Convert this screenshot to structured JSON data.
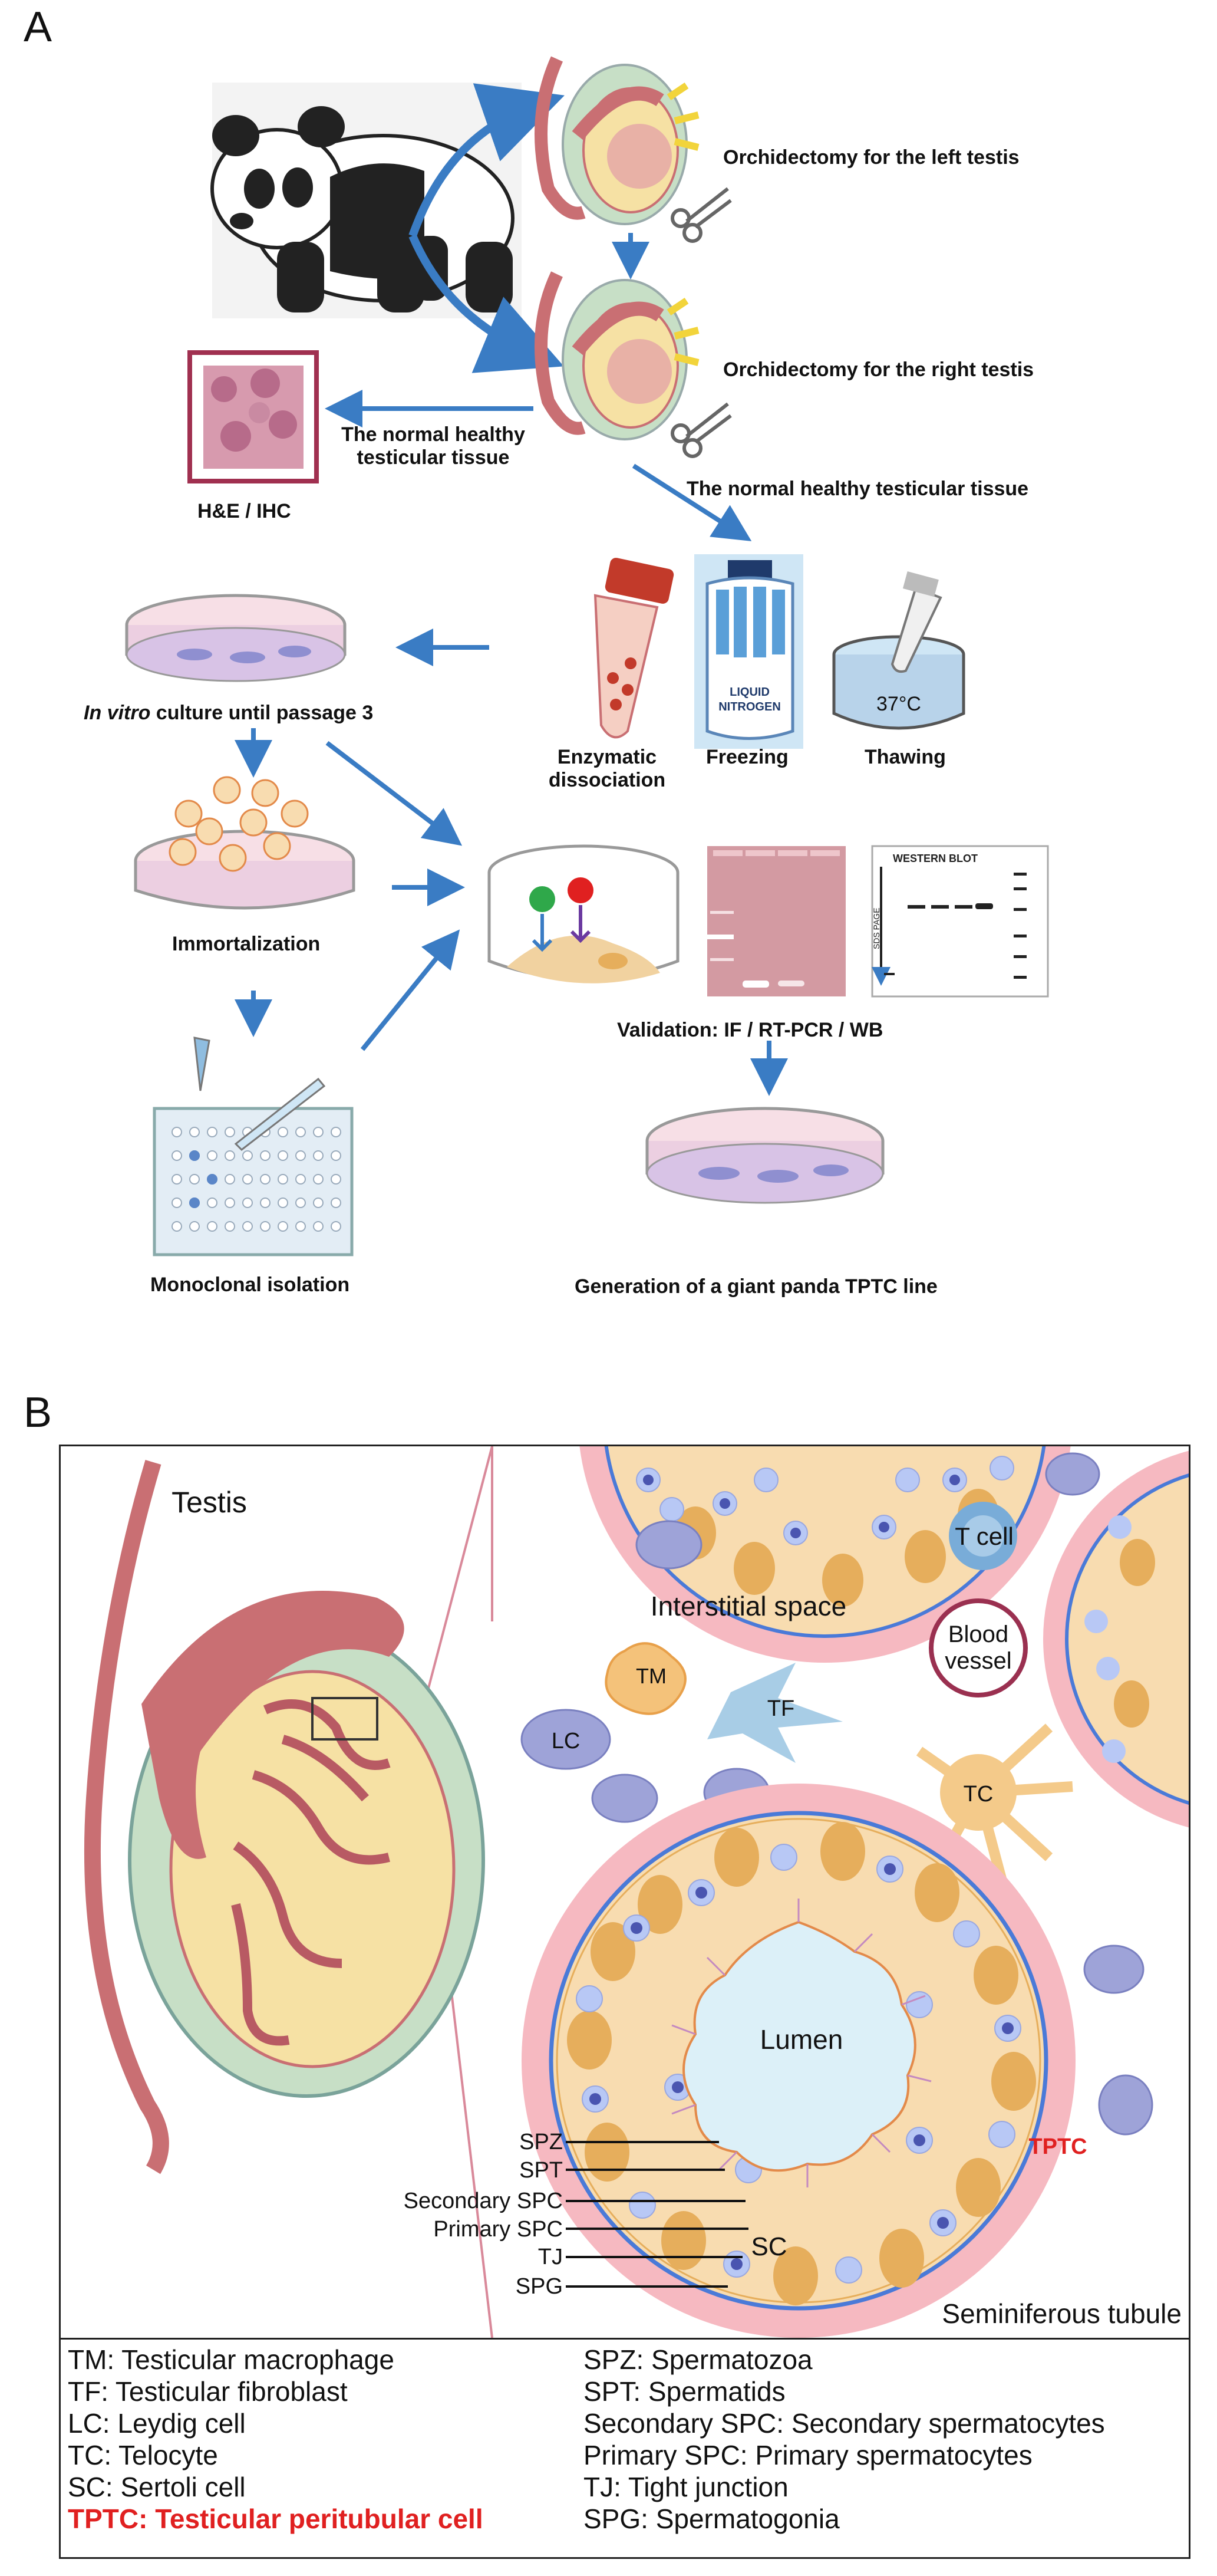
{
  "panel_a": {
    "letter": "A",
    "steps": {
      "left_orchidectomy": "Orchidectomy for the left testis",
      "right_orchidectomy": "Orchidectomy for the right testis",
      "healthy_tissue_left_line1": "The normal healthy",
      "healthy_tissue_left_line2": "testicular tissue",
      "healthy_tissue_right": "The normal healthy testicular tissue",
      "histology": "H&E / IHC",
      "enzymatic_line1": "Enzymatic",
      "enzymatic_line2": "dissociation",
      "freezing": "Freezing",
      "thawing": "Thawing",
      "thaw_temp": "37°C",
      "liquid_nitrogen_line1": "LIQUID",
      "liquid_nitrogen_line2": "NITROGEN",
      "culture_italic": "In vitro",
      "culture_rest": " culture until passage 3",
      "immortalization": "Immortalization",
      "monoclonal": "Monoclonal isolation",
      "validation": "Validation: IF / RT-PCR / WB",
      "generation": "Generation of a giant panda TPTC line",
      "western_blot": "WESTERN BLOT",
      "sds_page": "SDS PAGE"
    }
  },
  "panel_b": {
    "letter": "B",
    "labels": {
      "testis": "Testis",
      "t_cell": "T cell",
      "interstitial": "Interstitial space",
      "blood_line1": "Blood",
      "blood_line2": "vessel",
      "tm": "TM",
      "tf": "TF",
      "lc": "LC",
      "tc": "TC",
      "lumen": "Lumen",
      "sc": "SC",
      "tptc": "TPTC",
      "seminiferous": "Seminiferous tubule",
      "spz": "SPZ",
      "spt": "SPT",
      "secondary_spc": "Secondary SPC",
      "primary_spc": "Primary SPC",
      "tj": "TJ",
      "spg": "SPG"
    },
    "legend_left": [
      "TM: Testicular macrophage",
      "TF: Testicular fibroblast",
      "LC: Leydig cell",
      "TC: Telocyte",
      "SC: Sertoli cell",
      "TPTC: Testicular peritubular cell"
    ],
    "legend_right": [
      "SPZ: Spermatozoa",
      "SPT: Spermatids",
      "Secondary SPC: Secondary spermatocytes",
      "Primary SPC: Primary spermatocytes",
      "TJ: Tight junction",
      "SPG: Spermatogonia"
    ]
  },
  "colors": {
    "arrow_blue": "#3a7cc4",
    "tissue_pink": "#c96f73",
    "tptc_red": "#e02020",
    "cell_purple": "#8f8fd0",
    "cytoplasm_peach": "#f8dcb0"
  }
}
